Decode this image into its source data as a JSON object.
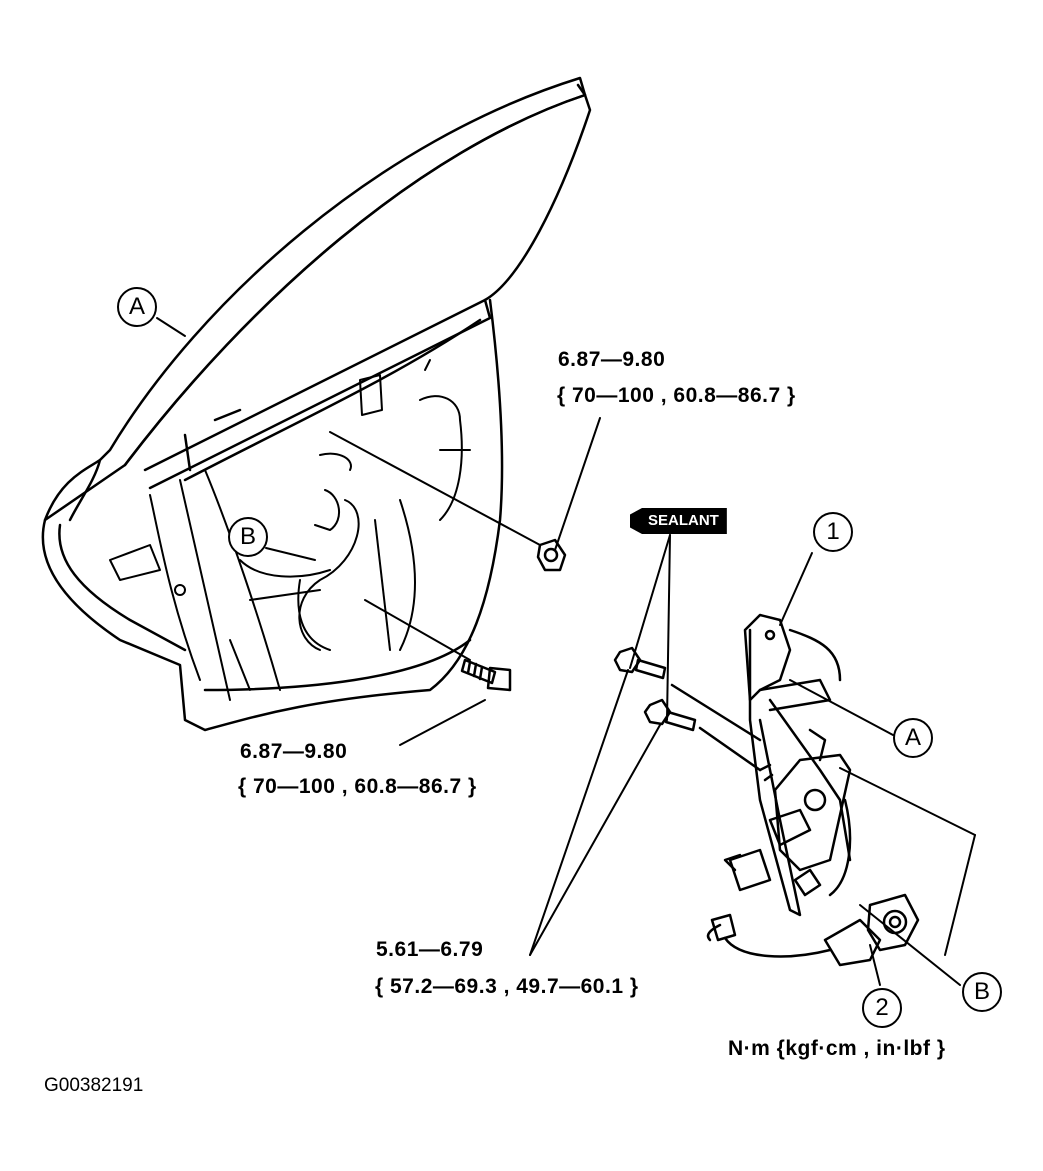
{
  "torque_door_nut": {
    "line1": "6.87—9.80",
    "line2": "{ 70—100 , 60.8—86.7 }"
  },
  "torque_door_bolt": {
    "line1": "6.87—9.80",
    "line2": "{ 70—100 , 60.8—86.7 }"
  },
  "torque_regulator_bolts": {
    "line1": "5.61—6.79",
    "line2": "{ 57.2—69.3 , 49.7—60.1 }"
  },
  "sealant_label": "SEALANT",
  "units": "N·m {kgf·cm , in·lbf }",
  "figure_code": "G00382191",
  "callouts": {
    "a_door": "A",
    "b_door": "B",
    "part1": "1",
    "a_reg": "A",
    "part2": "2",
    "b_reg": "B"
  }
}
